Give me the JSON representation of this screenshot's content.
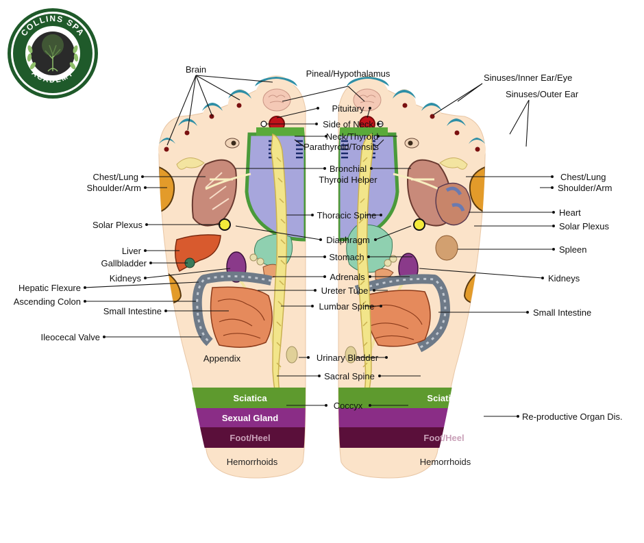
{
  "logo": {
    "top_text": "COLLINS SPA",
    "bottom_text": "ACADEMY"
  },
  "labels": {
    "brain": "Brain",
    "pineal": "Pineal/Hypothalamus",
    "pituitary": "Pituitary",
    "side_neck": "Side of Neck",
    "neck_thyroid": "Neck/Thyroid",
    "parathyroid": "Parathyroid/Tonsils",
    "bronchial": "Bronchial",
    "thyroid_helper": "Thyroid Helper",
    "thoracic": "Thoracic Spine",
    "diaphragm": "Diaphragm",
    "stomach": "Stomach",
    "adrenals": "Adrenals",
    "ureter": "Ureter Tube",
    "lumbar": "Lumbar Spine",
    "bladder": "Urinary Bladder",
    "sacral": "Sacral Spine",
    "coccyx": "Coccyx",
    "sinuses_inner": "Sinuses/Inner Ear/Eye",
    "sinuses_outer": "Sinuses/Outer Ear",
    "chest_left": "Chest/Lung",
    "shoulder_left": "Shoulder/Arm",
    "solar_left": "Solar Plexus",
    "liver": "Liver",
    "gallbladder": "Gallbladder",
    "kidneys_left": "Kidneys",
    "hepatic": "Hepatic Flexure",
    "ascending": "Ascending Colon",
    "small_left": "Small Intestine",
    "ileocecal": "Ileocecal Valve",
    "appendix": "Appendix",
    "chest_right": "Chest/Lung",
    "shoulder_right": "Shoulder/Arm",
    "heart": "Heart",
    "solar_right": "Solar Plexus",
    "spleen": "Spleen",
    "kidneys_right": "Kidneys",
    "small_right": "Small Intestine",
    "reproductive": "Re-productive Organ Dis."
  },
  "bands": {
    "sciatica": "Sciatica",
    "sexual_gland": "Sexual Gland",
    "foot_heel": "Foot/Heel",
    "hemorrhoids": "Hemorrhoids"
  },
  "colors": {
    "skin": "#fbe3c9",
    "toe_tip": "#2f8fa6",
    "sciatica": "#5e9a2e",
    "sexual_gland": "#8a2d86",
    "foot_heel": "#5a0f3a",
    "spine": "#f2e58a",
    "neck": "#5aaa3a",
    "lung_zone": "#a7a6dc",
    "colon": "#6e7a88",
    "intestine": "#e58a5c",
    "kidney": "#8a3a8a",
    "liver": "#d85a2e",
    "stomach": "#8fd0b0",
    "heart": "#c8856a",
    "solar": "#f4ea3a",
    "shoulder": "#e39b2a",
    "logo_green": "#1f5a2a"
  }
}
